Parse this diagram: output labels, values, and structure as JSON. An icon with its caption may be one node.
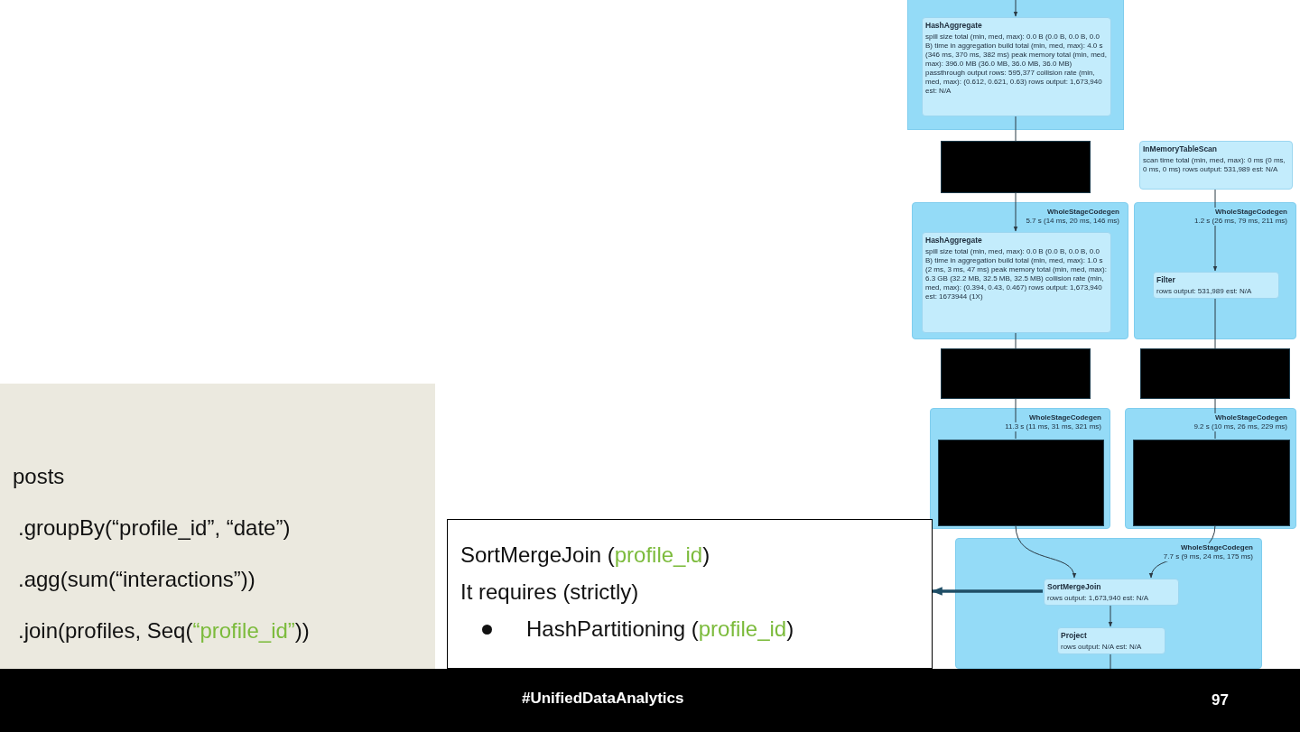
{
  "diagram": {
    "nodes": [
      {
        "text": [],
        "shape": "box"
      },
      {
        "text": [
          "HashAggregate",
          "spill size total (min, med, max): 0.0 B (0.0 B, 0.0 B, 0.0 B) time in aggregation build total (min, med, max): 4.0 s (346 ms, 370 ms, 382 ms) peak memory total (min, med, max): 396.0 MB (36.0 MB, 36.0 MB, 36.0 MB) passthrough output rows: 595,377 collision rate (min, med, max): (0.612, 0.621, 0.63) rows output: 1,673,940 est: N/A"
        ],
        "in": 0
      },
      {
        "text": [],
        "shape": "box"
      },
      {
        "text": [
          "InMemoryTableScan",
          "scan time total (min, med, max): 0 ms (0 ms, 0 ms, 0 ms) rows output: 531,989 est: N/A"
        ]
      },
      {
        "text": [
          "WholeStageCodegen",
          "5.7 s (14 ms, 20 ms, 146 ms)"
        ]
      },
      {
        "text": [
          "HashAggregate",
          "spill size total (min, med, max): 0.0 B (0.0 B, 0.0 B, 0.0 B) time in aggregation build total (min, med, max): 1.0 s (2 ms, 3 ms, 47 ms) peak memory total (min, med, max): 6.3 GB (32.2 MB, 32.5 MB, 32.5 MB) collision rate (min, med, max): (0.394, 0.43, 0.467) rows output: 1,673,940 est: 1673944 (1X)"
        ],
        "in": 4
      },
      {
        "text": [
          "WholeStageCodegen",
          "1.2 s (26 ms, 79 ms, 211 ms)"
        ]
      },
      {
        "text": [
          "Filter",
          "rows output: 531,989 est: N/A"
        ],
        "in": 6
      },
      {
        "text": [],
        "shape": "box"
      },
      {
        "text": [],
        "shape": "box"
      },
      {
        "text": [
          "WholeStageCodegen",
          "11.3 s (11 ms, 31 ms, 321 ms)"
        ]
      },
      {
        "text": [],
        "shape": "box",
        "in": 10
      },
      {
        "text": [
          "WholeStageCodegen",
          "9.2 s (10 ms, 26 ms, 229 ms)"
        ]
      },
      {
        "text": [],
        "shape": "box",
        "in": 12
      },
      {
        "text": [
          "WholeStageCodegen",
          "7.7 s (9 ms, 24 ms, 175 ms)"
        ]
      },
      {
        "text": [
          "SortMergeJoin",
          "rows output: 1,673,940 est: N/A"
        ],
        "in": 14
      },
      {
        "text": [
          "Project",
          "rows output: N/A est: N/A"
        ],
        "in": 14
      },
      {
        "text": [
          "SortMergeJoin (**profile_id**)",
          "It requires (strictly)",
          "HashPartitioning (**profile_id**)"
        ]
      },
      {
        "text": [
          "posts",
          ".groupBy(“profile_id”, “date”)",
          ".agg(sum(“interactions”))",
          ".join(profiles, Seq(**“profile_id”**))"
        ]
      }
    ],
    "edges": [
      {
        "from": null,
        "to": 1,
        "arrow": "to"
      },
      {
        "from": 1,
        "to": 2,
        "arrow": "none"
      },
      {
        "from": 2,
        "to": 5,
        "arrow": "to"
      },
      {
        "from": 3,
        "to": 7,
        "arrow": "to"
      },
      {
        "from": 5,
        "to": 8,
        "arrow": "none"
      },
      {
        "from": 7,
        "to": 9,
        "arrow": "none"
      },
      {
        "from": 8,
        "to": 11,
        "arrow": "none"
      },
      {
        "from": 9,
        "to": 13,
        "arrow": "none"
      },
      {
        "from": 11,
        "to": 15,
        "arrow": "to"
      },
      {
        "from": 13,
        "to": 15,
        "arrow": "to"
      },
      {
        "from": 15,
        "to": 16,
        "arrow": "to"
      },
      {
        "from": 16,
        "to": null,
        "arrow": "none"
      },
      {
        "from": 15,
        "to": 17,
        "arrow": "to",
        "style": "thick",
        "color": "#1f4e66"
      }
    ],
    "labels": [
      "#UnifiedDataAnalytics",
      "97"
    ]
  }
}
